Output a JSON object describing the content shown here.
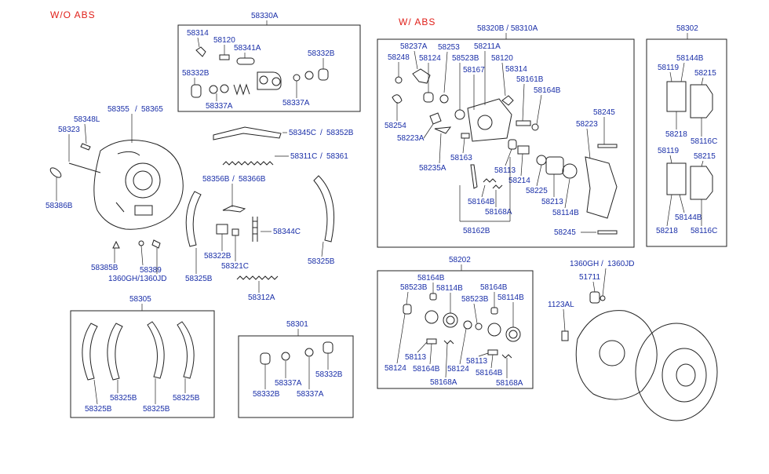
{
  "headers": {
    "wo_abs": "W/O  ABS",
    "w_abs": "W/  ABS"
  },
  "colors": {
    "header": "#e0201a",
    "label": "#1a2fa8",
    "line": "#222222"
  },
  "boxes": {
    "b58330A": "58330A",
    "b58320B": "58320B / 58310A",
    "b58302": "58302",
    "b58202": "58202",
    "b58305": "58305",
    "b58301": "58301"
  },
  "labels": {
    "l01": "58314",
    "l02": "58120",
    "l03": "58341A",
    "l04": "58332B",
    "l05": "58332B",
    "l06": "58337A",
    "l07": "58337A",
    "l08": "58355",
    "l09": "58365",
    "l10": "58348L",
    "l11": "58323",
    "l12": "58386B",
    "l13": "58345C",
    "l14": "58352B",
    "l15": "58311C",
    "l16": "58361",
    "l17": "58356B",
    "l18": "58366B",
    "l19": "58344C",
    "l20": "58322B",
    "l21": "58321C",
    "l22": "58325B",
    "l23": "58325B",
    "l24": "58385B",
    "l25": "58389",
    "l26": "1360GH/1360JD",
    "l27": "58312A",
    "l28": "58325B",
    "l29": "58325B",
    "l30": "58325B",
    "l31": "58325B",
    "l32": "58332B",
    "l33": "58337A",
    "l34": "58337A",
    "l35": "58332B",
    "w01": "58237A",
    "w02": "58253",
    "w03": "58211A",
    "w04": "58248",
    "w05": "58124",
    "w06": "58523B",
    "w07": "58120",
    "w08": "58167",
    "w09": "58314",
    "w10": "58161B",
    "w11": "58164B",
    "w12": "58254",
    "w13": "58223A",
    "w14": "58245",
    "w15": "58223",
    "w16": "58163",
    "w17": "58235A",
    "w18": "58113",
    "w19": "58214",
    "w20": "58225",
    "w21": "58213",
    "w22": "58164B",
    "w23": "58168A",
    "w24": "58114B",
    "w25": "58162B",
    "w26": "58245",
    "p01": "58144B",
    "p02": "58119",
    "p03": "58215",
    "p04": "58218",
    "p05": "58116C",
    "p06": "58119",
    "p07": "58215",
    "p08": "58144B",
    "p09": "58218",
    "p10": "58116C",
    "k01": "58164B",
    "k02": "58523B",
    "k03": "58114B",
    "k04": "58164B",
    "k05": "58523B",
    "k06": "58114B",
    "k07": "58113",
    "k08": "58124",
    "k09": "58164B",
    "k10": "58124",
    "k11": "58113",
    "k12": "58164B",
    "k13": "58168A",
    "k14": "58168A",
    "r01": "1360GH",
    "r02": "1360JD",
    "r03": "51711",
    "r04": "1123AL"
  }
}
